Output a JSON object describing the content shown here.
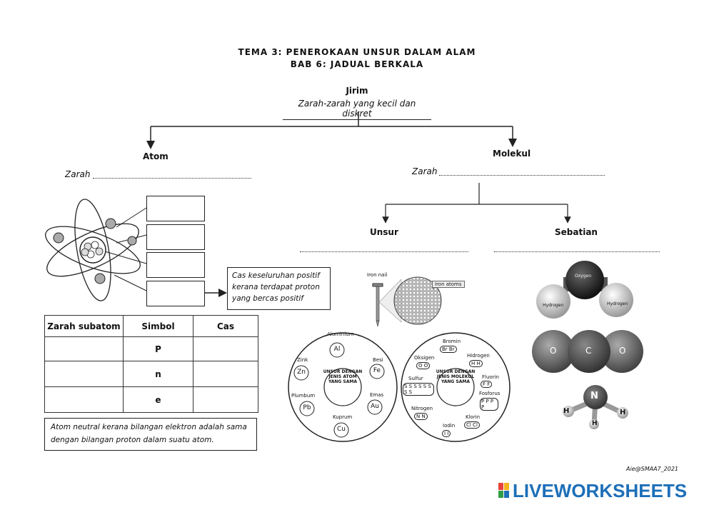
{
  "header": {
    "line1": "TEMA 3: PENEROKAAN UNSUR DALAM ALAM",
    "line2": "BAB 6: JADUAL BERKALA"
  },
  "jirim": {
    "title": "Jirim",
    "definition": "Zarah-zarah yang kecil dan diskret"
  },
  "atom": {
    "title": "Atom",
    "zarah_label": "Zarah"
  },
  "molekul": {
    "title": "Molekul",
    "zarah_label": "Zarah"
  },
  "unsur": {
    "title": "Unsur"
  },
  "sebatian": {
    "title": "Sebatian"
  },
  "proton_note": "Cas keseluruhan positif kerana terdapat proton yang bercas positif",
  "table": {
    "headers": [
      "Zarah subatom",
      "Simbol",
      "Cas"
    ],
    "rows": [
      {
        "symbol": "P"
      },
      {
        "symbol": "n"
      },
      {
        "symbol": "e"
      }
    ]
  },
  "neutral_note": "Atom neutral kerana bilangan elektron adalah sama dengan bilangan proton dalam suatu atom.",
  "iron": {
    "nail_label": "Iron nail",
    "atoms_label": "Iron atoms"
  },
  "circle_atom": {
    "center": "UNSUR DENGAN JENIS ATOM YANG SAMA",
    "elements": [
      {
        "name": "Aluminium",
        "symbol": "Al"
      },
      {
        "name": "Besi",
        "symbol": "Fe"
      },
      {
        "name": "Emas",
        "symbol": "Au"
      },
      {
        "name": "Kuprum",
        "symbol": "Cu"
      },
      {
        "name": "Plumbum",
        "symbol": "Pb"
      },
      {
        "name": "Zink",
        "symbol": "Zn"
      }
    ]
  },
  "circle_molekul": {
    "center": "UNSUR DENGAN JENIS MOLEKUL YANG SAMA",
    "elements": [
      {
        "name": "Bromin",
        "symbol": "Br Br"
      },
      {
        "name": "Hidrogen",
        "symbol": "H H"
      },
      {
        "name": "Fluorin",
        "symbol": "F F"
      },
      {
        "name": "Fosforus",
        "symbol": "P P P P"
      },
      {
        "name": "Klorin",
        "symbol": "Cl Cl"
      },
      {
        "name": "Iodin",
        "symbol": "I I"
      },
      {
        "name": "Nitrogen",
        "symbol": "N N"
      },
      {
        "name": "Sulfur",
        "symbol": "S S S S S S S S"
      },
      {
        "name": "Oksigen",
        "symbol": "O O"
      }
    ]
  },
  "water": {
    "o_label": "Oxygen",
    "h1_label": "Hydrogen",
    "h2_label": "Hydrogen"
  },
  "co2": {
    "a1": "O",
    "a2": "C",
    "a3": "O"
  },
  "nh3": {
    "n": "N",
    "h1": "H",
    "h2": "H",
    "h3": "H"
  },
  "credit": "Aie@SMAA7_2021",
  "brand": "LIVEWORKSHEETS",
  "colors": {
    "dark": "#222222",
    "grey": "#777777",
    "brand_blue": "#1d6fb8"
  }
}
